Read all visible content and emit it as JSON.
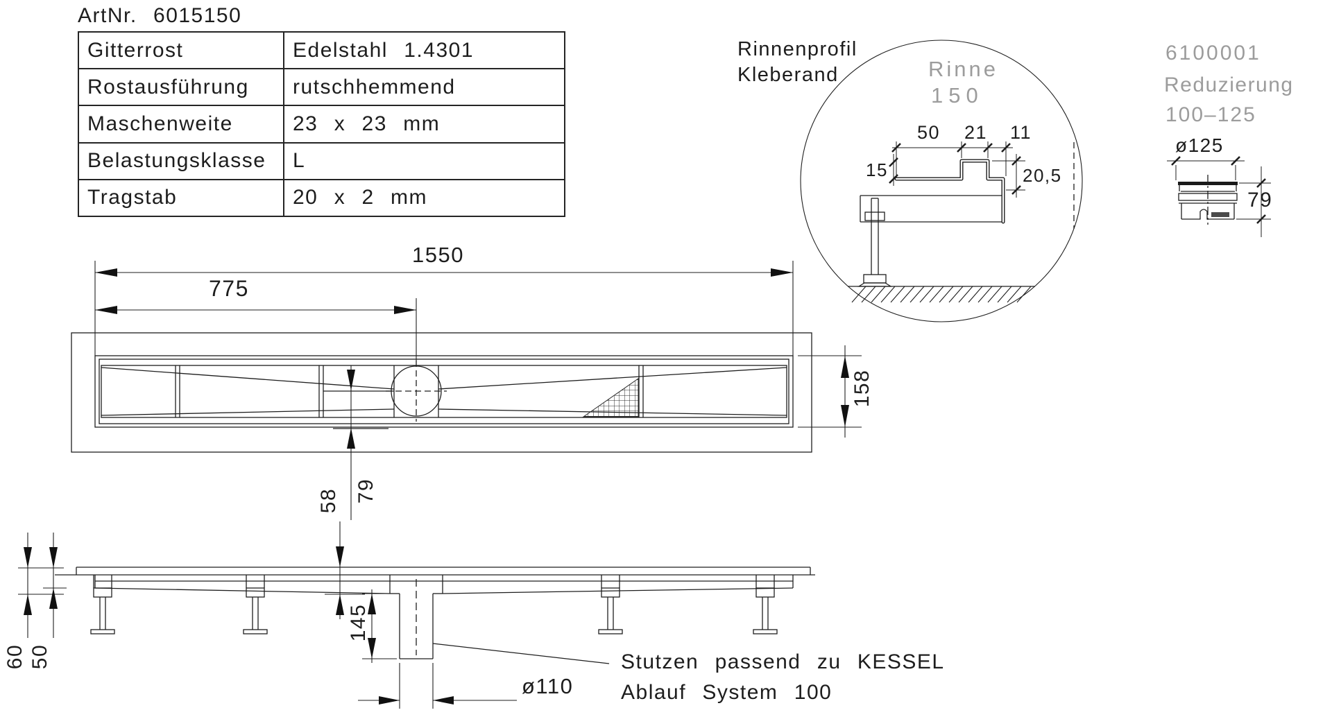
{
  "header": {
    "artnr": "ArtNr.  6015150"
  },
  "spec_table": {
    "rows": [
      {
        "label": "Gitterrost",
        "value": "Edelstahl  1.4301"
      },
      {
        "label": "Rostausführung",
        "value": "rutschhemmend"
      },
      {
        "label": "Maschenweite",
        "value": "23  x  23  mm"
      },
      {
        "label": "Belastungsklasse",
        "value": "L"
      },
      {
        "label": "Tragstab",
        "value": "20  x  2  mm"
      }
    ]
  },
  "top_view": {
    "dim_length": "1550",
    "dim_half": "775",
    "dim_width": "158",
    "dim_trough": "79"
  },
  "side_view": {
    "dim_height": "58",
    "dim_h60": "60",
    "dim_h50": "50",
    "dim_stub_length": "145",
    "dim_outlet": "ø110",
    "note_line1": "Stutzen  passend  zu  KESSEL",
    "note_line2": "Ablauf  System  100"
  },
  "detail": {
    "title1": "Rinnenprofil",
    "title2": "Kleberand",
    "label1": "Rinne",
    "label2": "150",
    "dim_50": "50",
    "dim_21": "21",
    "dim_11": "11",
    "dim_15": "15",
    "dim_205": "20,5"
  },
  "reducer": {
    "artnr": "6100001",
    "name": "Reduzierung",
    "range": "100–125",
    "dim_dia": "ø125",
    "dim_height": "79"
  },
  "colors": {
    "line": "#1e1e1e",
    "gray_text": "#9c9c9c"
  }
}
